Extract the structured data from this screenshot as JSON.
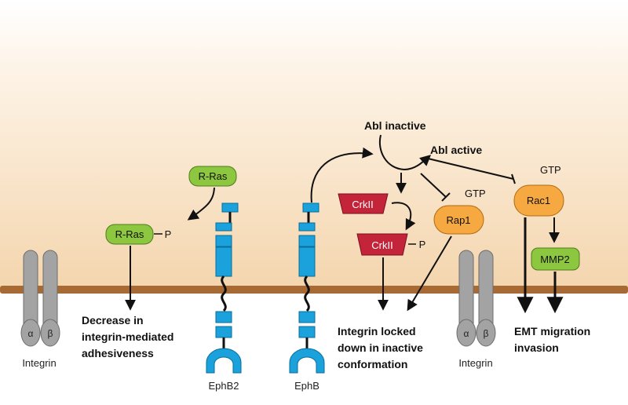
{
  "labels": {
    "abl_inactive": "Abl inactive",
    "abl_active": "Abl active",
    "r_ras": "R-Ras",
    "r_ras_p": "R-Ras",
    "p": "P",
    "crkii_top": "CrkII",
    "crkii_bottom": "CrkII",
    "rap1": "Rap1",
    "rac1": "Rac1",
    "mmp2": "MMP2",
    "gtp": "GTP",
    "alpha": "α",
    "beta": "β",
    "integrin": "Integrin",
    "ephb2": "EphB2",
    "ephb": "EphB",
    "decrease": [
      "Decrease in",
      "integrin-mediated",
      "adhesiveness"
    ],
    "locked": [
      "Integrin locked",
      "down in inactive",
      "conformation"
    ],
    "emt": [
      "EMT migration",
      "invasion"
    ]
  },
  "colors": {
    "membrane": "#a86a34",
    "gradient_top": "#ffffff",
    "gradient_bottom": "#f4d7b3",
    "green": "#8dc63f",
    "orange": "#f7a941",
    "red": "#c4243a",
    "blue": "#1ba1dc",
    "integrin_gray": "#9c9c9c"
  }
}
